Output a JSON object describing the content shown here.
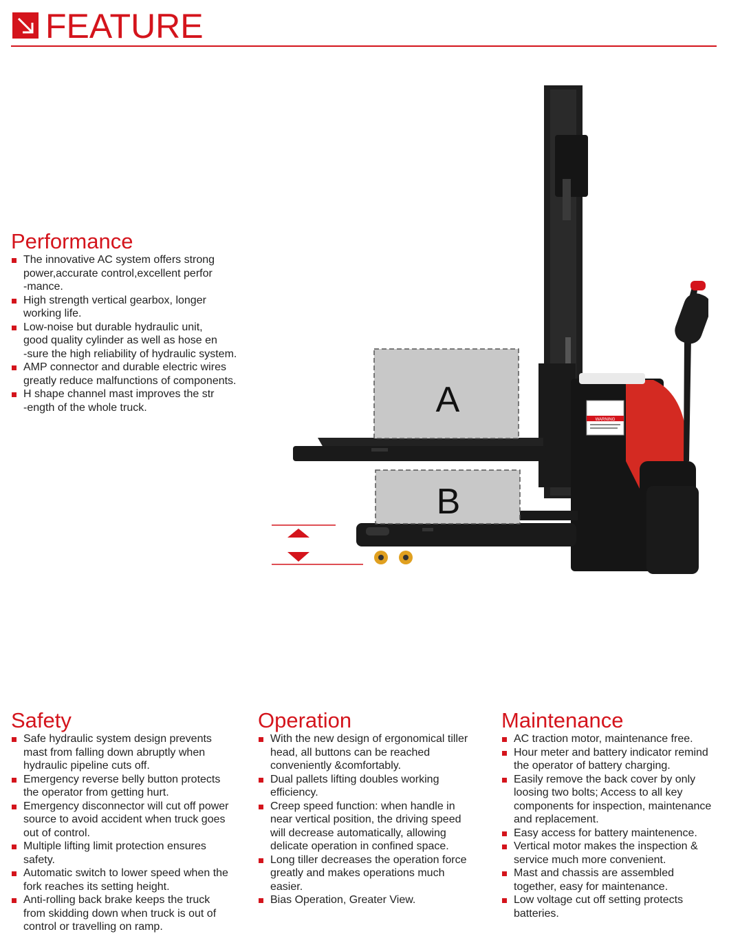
{
  "header": {
    "title": "FEATURE",
    "accent_color": "#d4141c",
    "logo_icon": "arrow-down-right-icon"
  },
  "diagram": {
    "box_a_label": "A",
    "box_b_label": "B",
    "warning_text": "WARNING"
  },
  "performance": {
    "title": "Performance",
    "items": [
      [
        "The innovative AC system offers strong",
        "power,accurate control,excellent perfor",
        "-mance."
      ],
      [
        "High strength vertical gearbox, longer",
        "working life."
      ],
      [
        "Low-noise but durable hydraulic unit,",
        "good quality cylinder as well as hose en",
        "-sure the high reliability of hydraulic system."
      ],
      [
        "AMP connector and durable electric wires",
        "greatly reduce malfunctions of components."
      ],
      [
        "H shape channel mast improves the str",
        "-ength of the whole truck."
      ]
    ]
  },
  "safety": {
    "title": "Safety",
    "items": [
      [
        "Safe hydraulic system design prevents",
        "mast from falling down abruptly when",
        "hydraulic pipeline  cuts off."
      ],
      [
        "Emergency reverse belly button protects",
        "the operator from getting hurt."
      ],
      [
        "Emergency disconnector will cut off power",
        "source to avoid accident when truck goes",
        "out of control."
      ],
      [
        "Multiple lifting limit protection ensures",
        "safety."
      ],
      [
        "Automatic switch to lower speed when the",
        "fork reaches its setting height."
      ],
      [
        "Anti-rolling back brake keeps the truck",
        "from skidding down when truck is out of",
        "control or travelling on ramp."
      ]
    ]
  },
  "operation": {
    "title": "Operation",
    "items": [
      [
        "With the new design of ergonomical tiller",
        "head, all buttons can be reached",
        "conveniently &comfortably."
      ],
      [
        "Dual pallets lifting doubles working",
        "efficiency."
      ],
      [
        "Creep speed function: when handle in",
        "near vertical position, the driving speed",
        "will decrease automatically, allowing",
        "delicate operation in confined space."
      ],
      [
        "Long tiller decreases the operation force",
        "greatly and makes operations much",
        "easier."
      ],
      [
        "Bias Operation,  Greater View."
      ]
    ]
  },
  "maintenance": {
    "title": "Maintenance",
    "items": [
      [
        "AC traction motor, maintenance free."
      ],
      [
        "Hour meter and battery indicator remind",
        "the operator of battery charging."
      ],
      [
        "Easily remove the back cover by only",
        "loosing two bolts; Access to all key",
        "components for inspection, maintenance",
        "and replacement."
      ],
      [
        "Easy access for battery maintenence."
      ],
      [
        "Vertical motor  makes the inspection &",
        "service much more convenient."
      ],
      [
        "Mast and chassis are assembled",
        "together,  easy for maintenance."
      ],
      [
        "Low voltage cut off setting protects",
        "batteries."
      ]
    ]
  }
}
